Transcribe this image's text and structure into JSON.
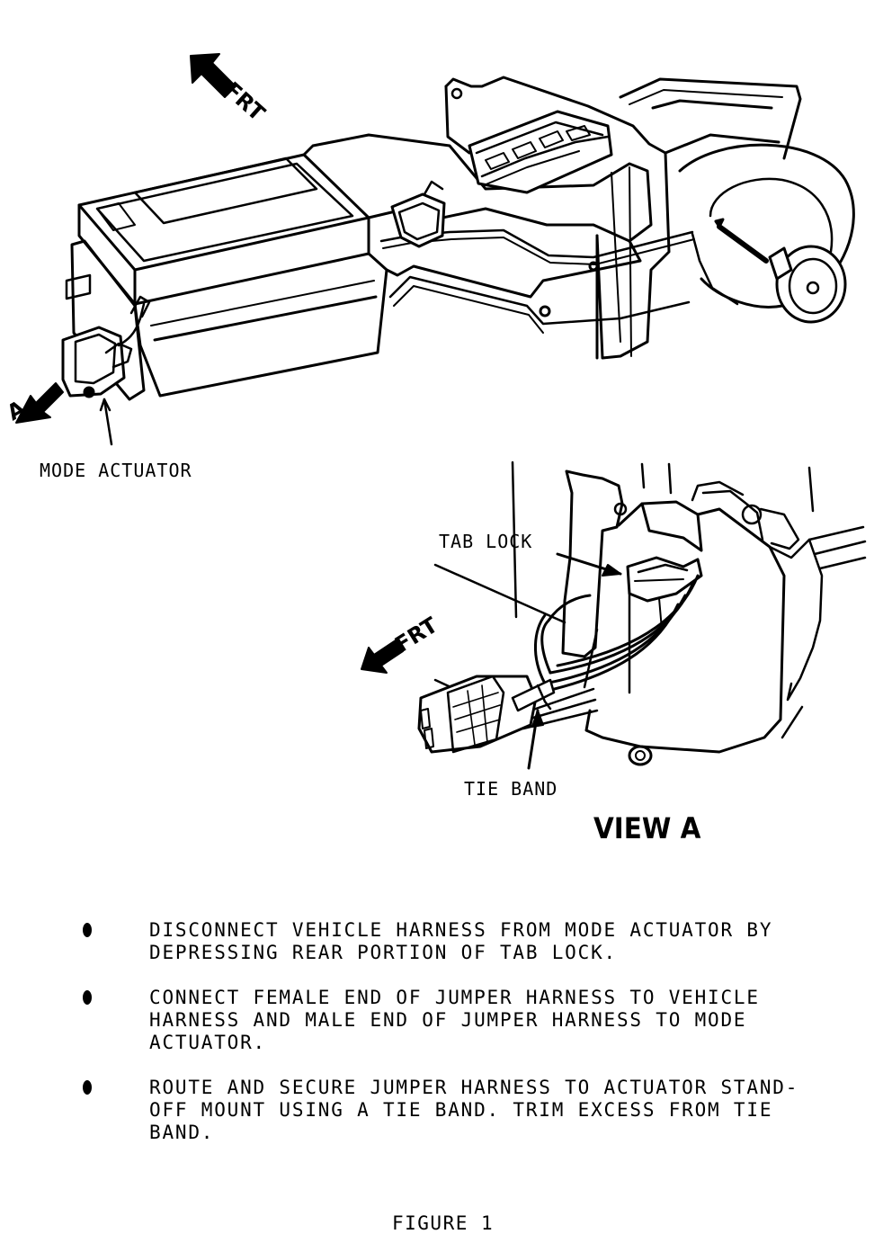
{
  "diagram": {
    "main_view": {
      "direction_arrow": "FRT",
      "view_marker": "A",
      "callout": "MODE ACTUATOR"
    },
    "detail_view": {
      "title": "VIEW A",
      "direction_arrow": "FRT",
      "callouts": {
        "tab_lock": "TAB LOCK",
        "tie_band": "TIE BAND"
      }
    }
  },
  "instructions": [
    "DISCONNECT VEHICLE HARNESS FROM MODE ACTUATOR BY\nDEPRESSING REAR PORTION OF TAB LOCK.",
    "CONNECT FEMALE END OF JUMPER HARNESS TO VEHICLE\nHARNESS AND MALE END OF JUMPER HARNESS TO MODE\nACTUATOR.",
    "ROUTE AND SECURE JUMPER HARNESS TO ACTUATOR STAND-\nOFF MOUNT USING A TIE BAND. TRIM EXCESS FROM TIE\nBAND."
  ],
  "caption": "FIGURE 1"
}
